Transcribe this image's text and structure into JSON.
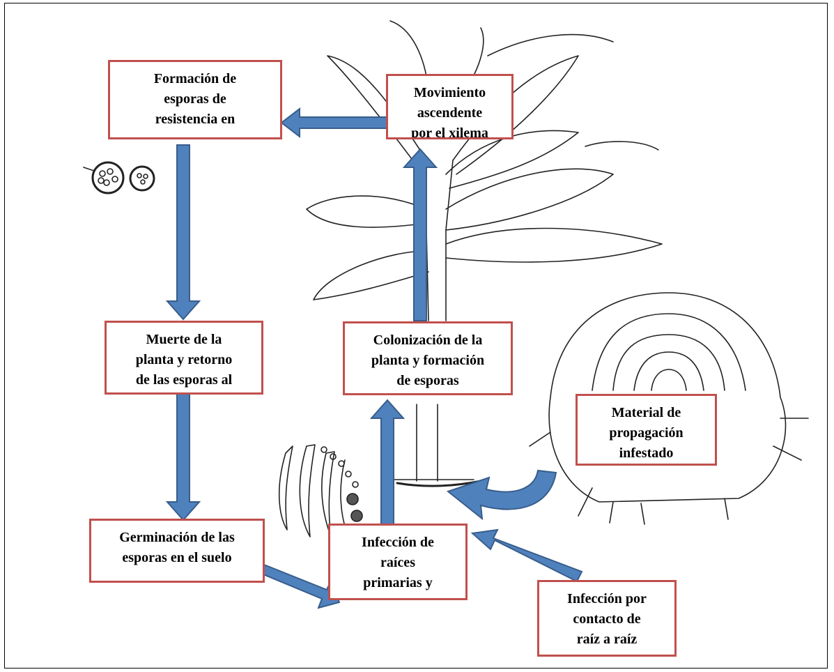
{
  "boxes": {
    "formacion": {
      "lines": [
        "Formación de",
        "esporas de",
        "resistencia en"
      ]
    },
    "movimiento": {
      "lines": [
        "Movimiento",
        "ascendente",
        "por el xilema"
      ]
    },
    "muerte": {
      "lines": [
        "Muerte de la",
        "planta y retorno",
        "de las esporas al"
      ]
    },
    "colonizacion": {
      "lines": [
        "Colonización de la",
        "planta y formación",
        "de esporas"
      ]
    },
    "material": {
      "lines": [
        "Material de",
        "propagación",
        "infestado"
      ]
    },
    "germinacion": {
      "lines": [
        "Germinación de las",
        "esporas en el suelo"
      ]
    },
    "infeccion_raices": {
      "lines": [
        "Infección de",
        "raíces",
        "primarias y"
      ]
    },
    "infeccion_contacto": {
      "lines": [
        "Infección por",
        "contacto de",
        "raíz a raíz"
      ]
    }
  },
  "colors": {
    "box_border": "#c0504d",
    "arrow_fill": "#4f81bd",
    "arrow_stroke": "#385d8a"
  }
}
